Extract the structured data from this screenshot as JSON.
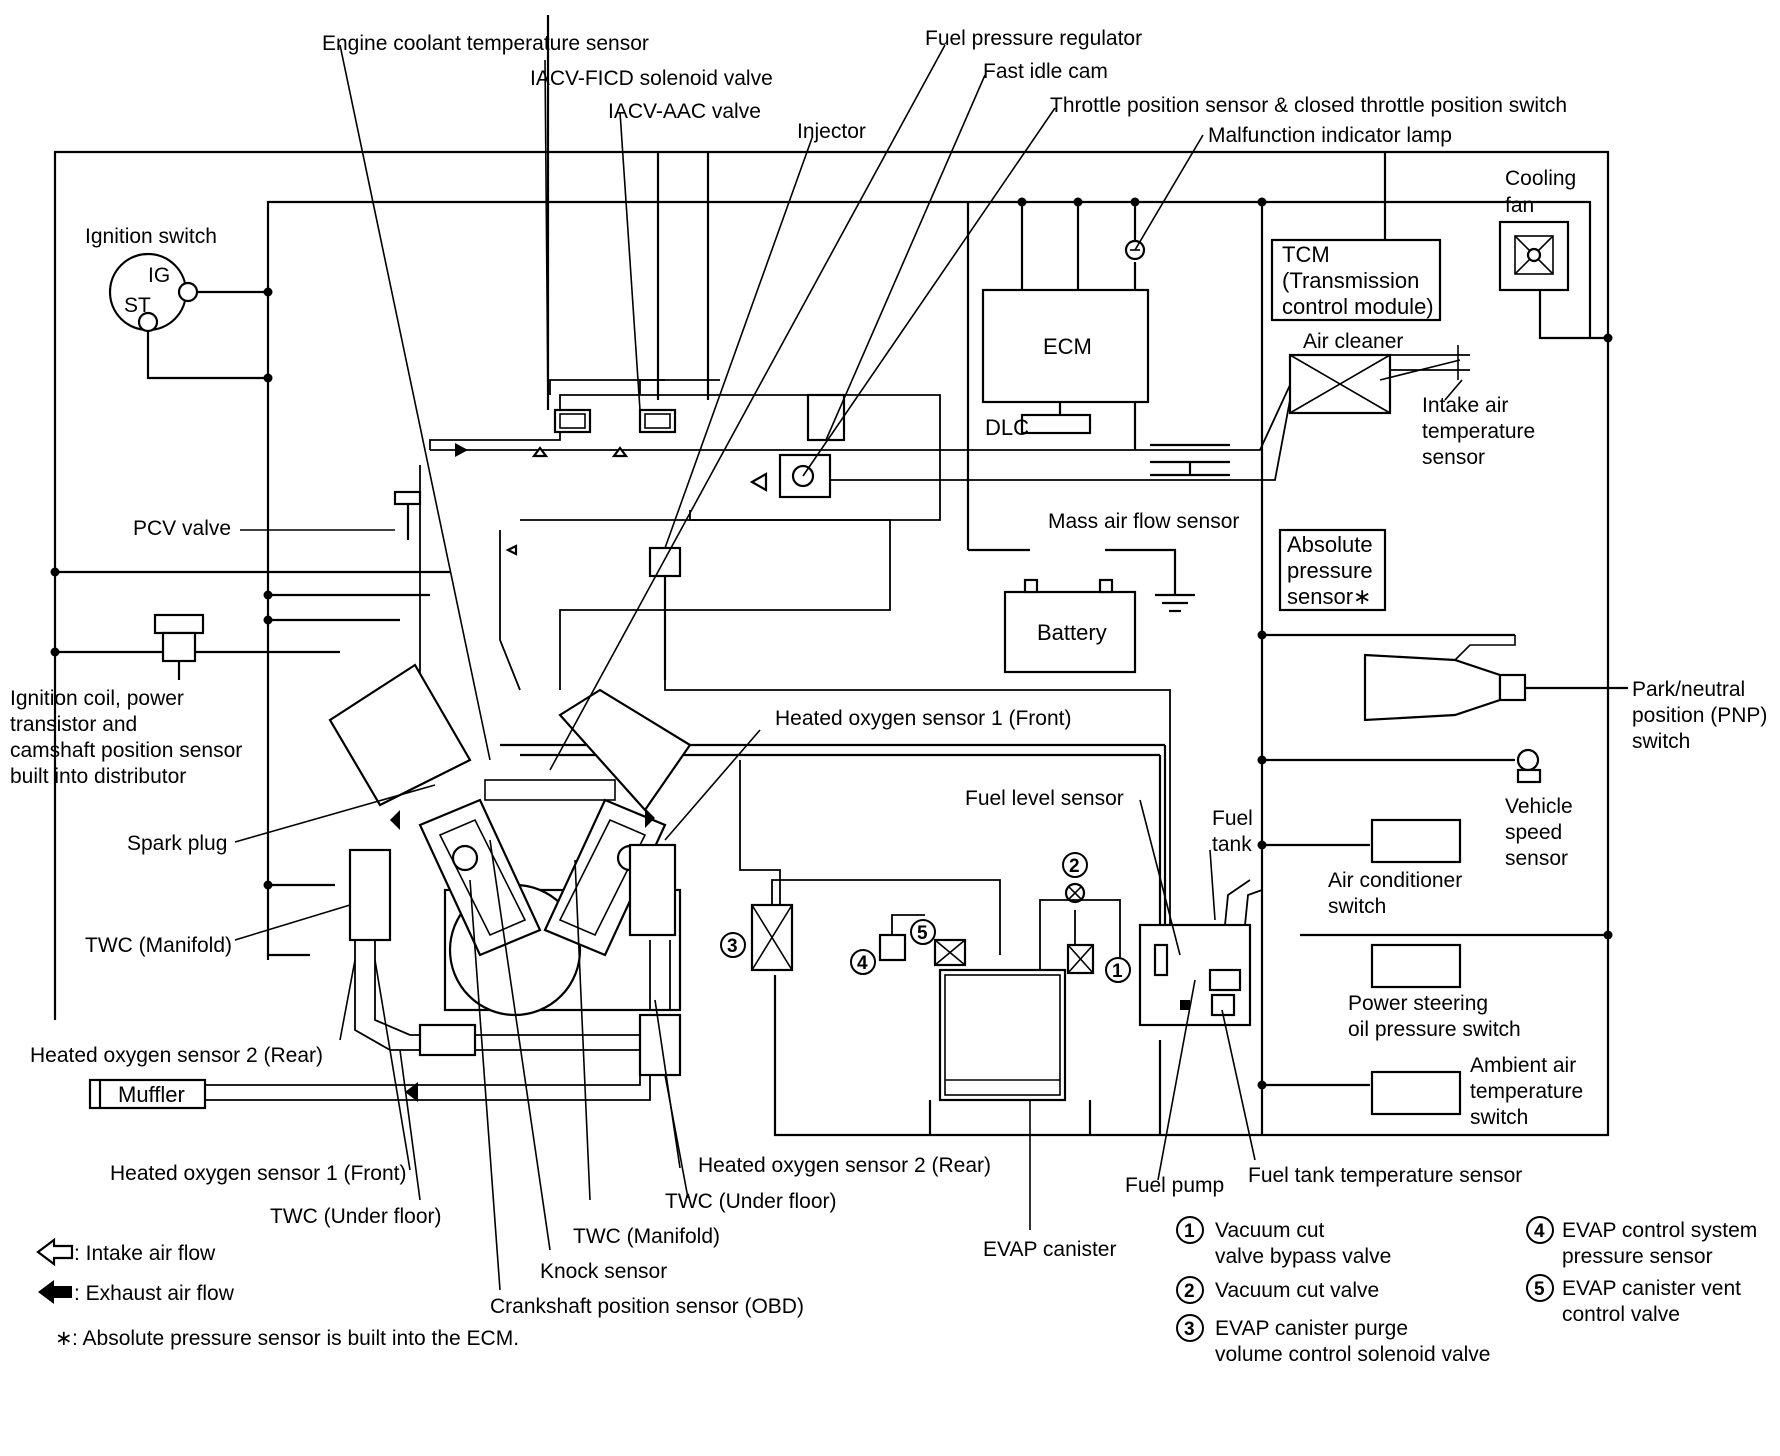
{
  "labels": {
    "engine_coolant_temp_sensor": "Engine coolant temperature sensor",
    "iacv_ficd": "IACV-FICD solenoid valve",
    "iacv_aac": "IACV-AAC valve",
    "injector": "Injector",
    "fuel_pressure_regulator": "Fuel pressure regulator",
    "fast_idle_cam": "Fast idle cam",
    "throttle_position_sensor": "Throttle position sensor & closed throttle position switch",
    "mil": "Malfunction indicator lamp",
    "ignition_switch": "Ignition switch",
    "ig": "IG",
    "st": "ST",
    "cooling_fan": [
      "Cooling",
      "fan"
    ],
    "tcm": [
      "TCM",
      "(Transmission",
      "control module)"
    ],
    "ecm": "ECM",
    "dlc": "DLC",
    "air_cleaner": "Air cleaner",
    "intake_air_temp_sensor": [
      "Intake air",
      "temperature",
      "sensor"
    ],
    "mass_air_flow_sensor": "Mass air flow sensor",
    "absolute_pressure_sensor": [
      "Absolute",
      "pressure",
      "sensor∗"
    ],
    "pcv_valve": "PCV valve",
    "battery": "Battery",
    "ignition_coil": [
      "Ignition coil, power",
      "transistor and",
      "camshaft position sensor",
      "built into distributor"
    ],
    "park_neutral": [
      "Park/neutral",
      "position (PNP)",
      "switch"
    ],
    "heated_o2_front_top": "Heated oxygen sensor 1 (Front)",
    "spark_plug": "Spark plug",
    "fuel_level_sensor": "Fuel level sensor",
    "fuel_tank": [
      "Fuel",
      "tank"
    ],
    "vehicle_speed_sensor": [
      "Vehicle",
      "speed",
      "sensor"
    ],
    "air_conditioner_switch": [
      "Air conditioner",
      "switch"
    ],
    "twc_manifold_left": "TWC (Manifold)",
    "power_steering": [
      "Power steering",
      "oil pressure switch"
    ],
    "heated_o2_rear_left": "Heated oxygen sensor 2 (Rear)",
    "ambient_air_temp": [
      "Ambient air",
      "temperature",
      "switch"
    ],
    "muffler": "Muffler",
    "heated_o2_rear_right": "Heated oxygen sensor 2 (Rear)",
    "heated_o2_front_bottom": "Heated oxygen sensor 1 (Front)",
    "fuel_pump": "Fuel pump",
    "fuel_tank_temp_sensor": "Fuel tank temperature sensor",
    "twc_under_floor_right": "TWC (Under floor)",
    "twc_under_floor_left": "TWC (Under floor)",
    "twc_manifold_bottom": "TWC (Manifold)",
    "evap_canister": "EVAP canister",
    "knock_sensor": "Knock sensor",
    "crankshaft_sensor": "Crankshaft position sensor (OBD)"
  },
  "legend": {
    "intake": ": Intake air flow",
    "exhaust": ": Exhaust air flow",
    "footnote_star": "∗",
    "footnote_text": ": Absolute pressure sensor is built into the ECM.",
    "numbered": [
      {
        "num": "1",
        "lines": [
          "Vacuum cut",
          "valve bypass valve"
        ]
      },
      {
        "num": "2",
        "lines": [
          "Vacuum cut valve"
        ]
      },
      {
        "num": "3",
        "lines": [
          "EVAP canister purge",
          "volume control solenoid valve"
        ]
      },
      {
        "num": "4",
        "lines": [
          "EVAP control system",
          "pressure sensor"
        ]
      },
      {
        "num": "5",
        "lines": [
          "EVAP canister vent",
          "control valve"
        ]
      }
    ]
  }
}
